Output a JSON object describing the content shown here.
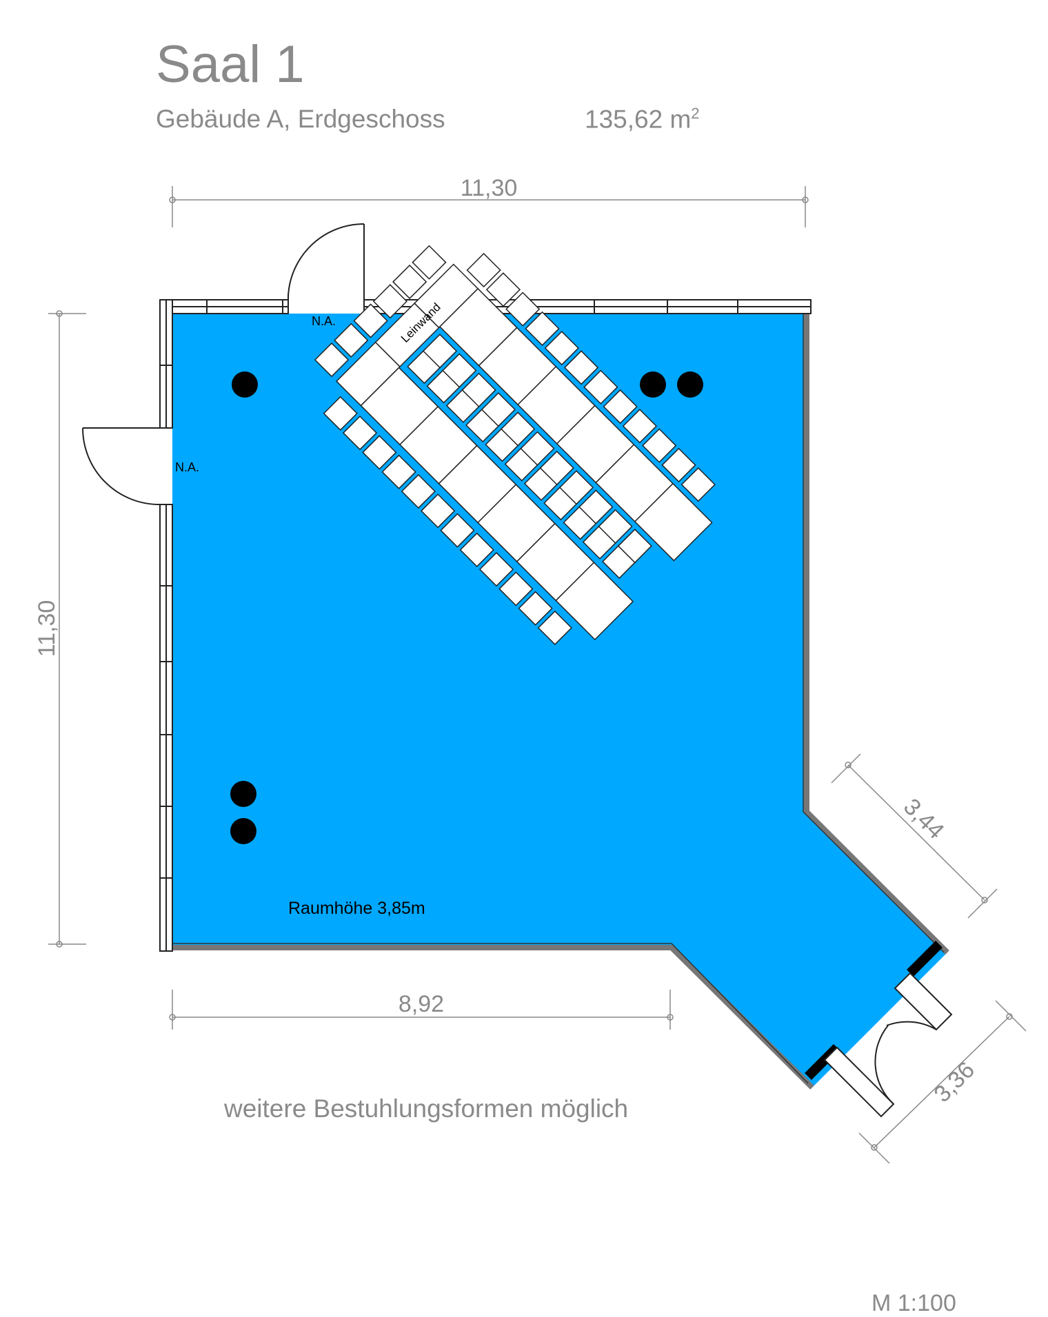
{
  "header": {
    "title": "Saal 1",
    "subtitle": "Gebäude A, Erdgeschoss",
    "area_value": "135,62 m",
    "area_unit_exp": "2"
  },
  "dimensions": {
    "top_width": "11,30",
    "left_height": "11,30",
    "bottom_width": "8,92",
    "diag_side": "3,44",
    "diag_door": "3,36"
  },
  "labels": {
    "na_top": "N.A.",
    "na_left": "N.A.",
    "screen": "Leinwand",
    "room_height": "Raumhöhe 3,85m"
  },
  "footer": {
    "note": "weitere Bestuhlungsformen möglich",
    "scale": "M 1:100"
  },
  "colors": {
    "room_fill": "#00a8ff",
    "text_gray": "#8a8a8a",
    "line_gray": "#888888",
    "table_fill": "#ffffff"
  }
}
